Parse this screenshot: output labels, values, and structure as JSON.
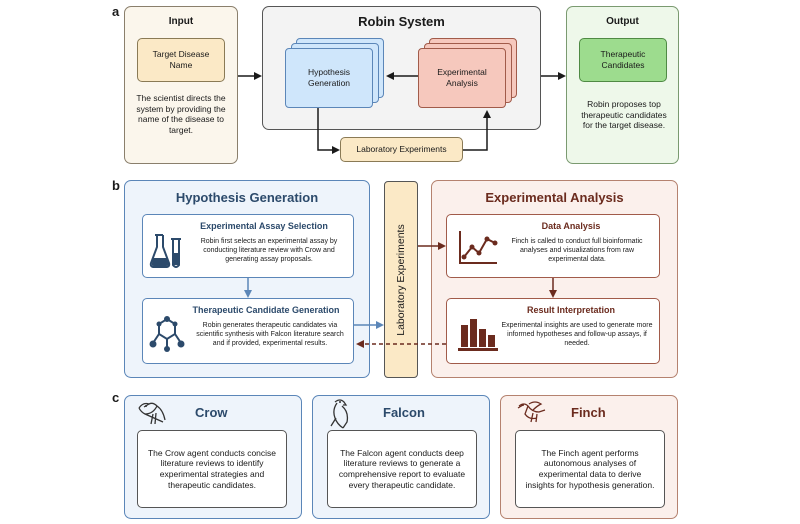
{
  "panel_a": {
    "letter": "a",
    "input": {
      "title": "Input",
      "box_label": "Target Disease Name",
      "description": "The scientist directs the system by providing the name of the disease to target."
    },
    "robin": {
      "title": "Robin System",
      "hypothesis_label": "Hypothesis Generation",
      "experimental_label": "Experimental Analysis",
      "lab_label": "Laboratory Experiments"
    },
    "output": {
      "title": "Output",
      "box_label": "Therapeutic Candidates",
      "description": "Robin proposes top therapeutic candidates for the target disease."
    }
  },
  "panel_b": {
    "letter": "b",
    "hypothesis": {
      "title": "Hypothesis Generation",
      "assay_title": "Experimental Assay Selection",
      "assay_text": "Robin first selects an experimental assay by conducting literature review with Crow and generating assay proposals.",
      "candidate_title": "Therapeutic Candidate Generation",
      "candidate_text": "Robin generates therapeutic candidates via scientific synthesis with Falcon literature search and if provided, experimental results."
    },
    "lab_label": "Laboratory Experiments",
    "experimental": {
      "title": "Experimental Analysis",
      "data_title": "Data Analysis",
      "data_text": "Finch is called to conduct full bioinformatic analyses and visualizations from raw experimental data.",
      "result_title": "Result Interpretation",
      "result_text": "Experimental insights are used to generate more informed hypotheses and follow-up assays, if needed."
    }
  },
  "panel_c": {
    "letter": "c",
    "crow": {
      "name": "Crow",
      "text": "The Crow agent conducts concise literature reviews to identify experimental strategies and therapeutic candidates."
    },
    "falcon": {
      "name": "Falcon",
      "text": "The Falcon agent conducts deep literature reviews to generate a comprehensive report to evaluate every therapeutic candidate."
    },
    "finch": {
      "name": "Finch",
      "text": "The Finch agent performs autonomous analyses of experimental data to derive insights for hypothesis generation."
    }
  },
  "colors": {
    "blue_bg": "#eef4fb",
    "blue_border": "#5b86b8",
    "blue_title": "#2c4a6b",
    "red_bg": "#fbf0ec",
    "red_border": "#b5826f",
    "red_title": "#6b2b1e",
    "input_bg": "#fbf6ec",
    "output_bg": "#eef8ea",
    "yellow_box": "#fbe9c6",
    "green_box": "#9ddc8e",
    "hyp_box": "#cfe6fb",
    "exp_box": "#f6c8bd"
  },
  "icons": [
    "flask-icon",
    "molecule-icon",
    "line-chart-icon",
    "bar-chart-icon",
    "crow-icon",
    "falcon-icon",
    "finch-icon"
  ]
}
